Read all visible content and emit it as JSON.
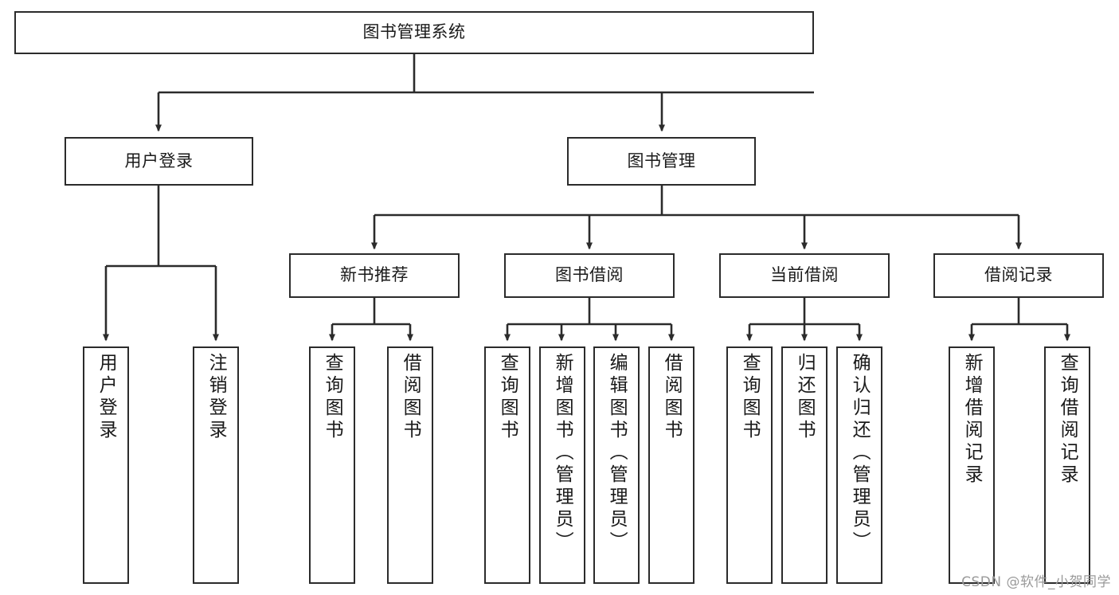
{
  "diagram": {
    "type": "tree",
    "title": "图书管理系统",
    "watermark": "CSDN @软件_小贺同学",
    "colors": {
      "stroke": "#2b2b2b",
      "fill": "#ffffff",
      "text": "#1a1a1a",
      "watermark": "#9a9a9a"
    },
    "nodes": {
      "root": {
        "label": "图书管理系统"
      },
      "level1": [
        {
          "label": "用户登录"
        },
        {
          "label": "图书管理"
        }
      ],
      "level2": [
        {
          "label": "新书推荐"
        },
        {
          "label": "图书借阅"
        },
        {
          "label": "当前借阅"
        },
        {
          "label": "借阅记录"
        }
      ],
      "leaves": {
        "user_login": [
          {
            "label": "用户登录"
          },
          {
            "label": "注销登录"
          }
        ],
        "new_book_recommend": [
          {
            "label": "查询图书"
          },
          {
            "label": "借阅图书"
          }
        ],
        "book_borrow": [
          {
            "label": "查询图书"
          },
          {
            "label": "新增图书（管理员）"
          },
          {
            "label": "编辑图书（管理员）"
          },
          {
            "label": "借阅图书"
          }
        ],
        "current_borrow": [
          {
            "label": "查询图书"
          },
          {
            "label": "归还图书"
          },
          {
            "label": "确认归还（管理员）"
          }
        ],
        "borrow_record": [
          {
            "label": "新增借阅记录"
          },
          {
            "label": "查询借阅记录"
          }
        ]
      }
    }
  }
}
